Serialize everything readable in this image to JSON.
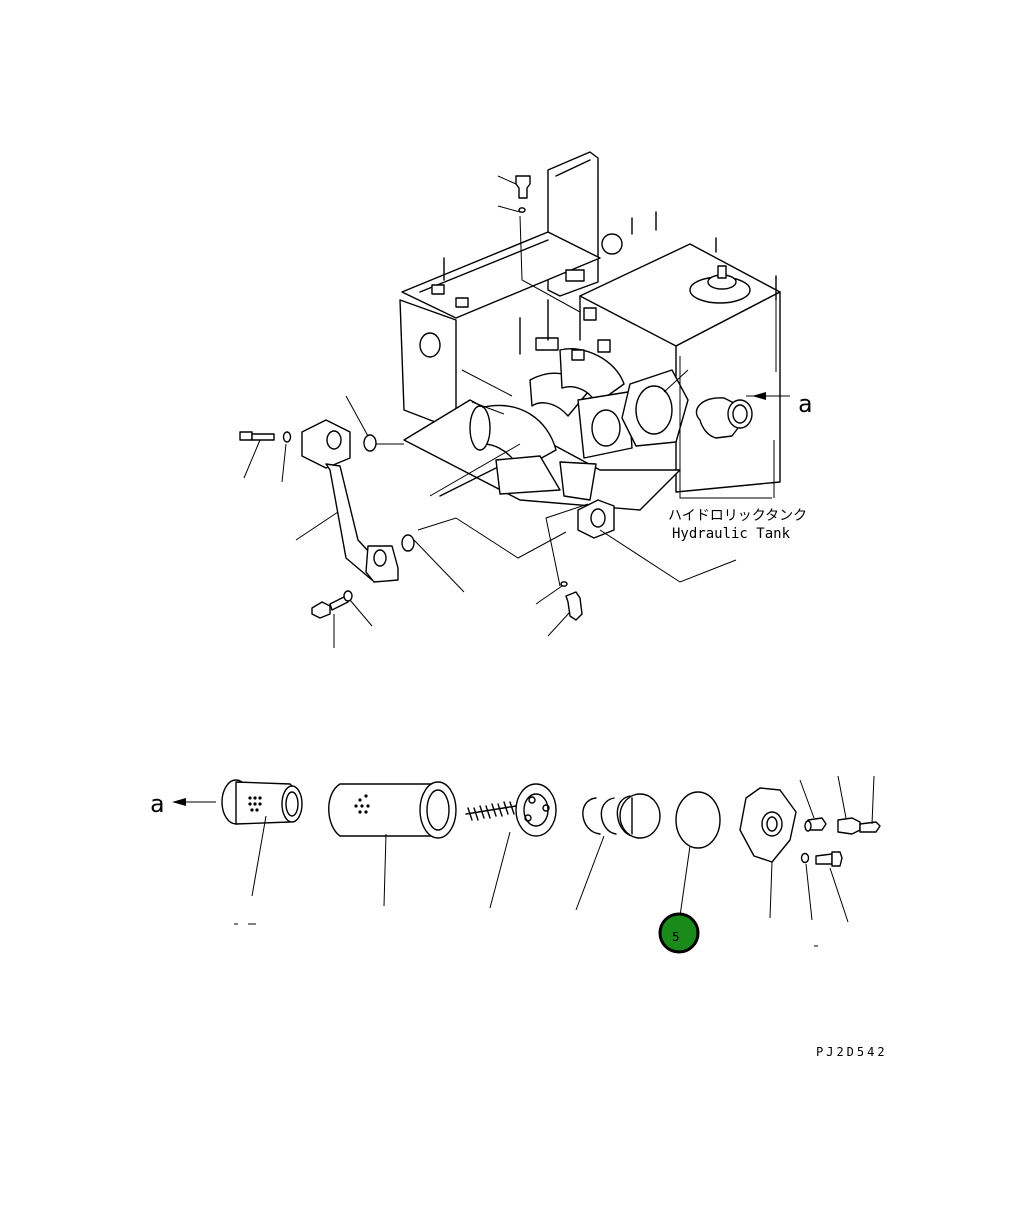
{
  "labels": {
    "tank_jp": "ハイドロリックタンク",
    "tank_en": "Hydraulic Tank",
    "ref_a_top": "a",
    "ref_a_bottom": "a",
    "drawing_code": "PJ2D542"
  },
  "callout": {
    "number": "5",
    "fill": "#1a8a1a",
    "border": "#000000"
  }
}
